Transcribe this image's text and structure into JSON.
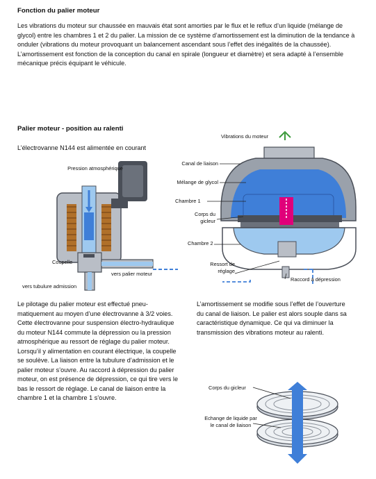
{
  "section1": {
    "heading": "Fonction du palier moteur",
    "paragraph": "Les vibrations du moteur sur chaussée en mauvais état sont amorties par le flux et le reflux d’un liquide (mélange de glycol) entre les chambres 1 et 2 du palier. La mission de ce système d’amortissement est la diminution de la tendance à onduler (vibrations du moteur provoquant un balancement ascendant sous l’effet des inégalités de la chaussée). L’amortissement est fonction de la conception du canal en spirale (longueur et diamètre) et sera adapté à l’ensemble mécanique précis équipant le véhicule."
  },
  "section2": {
    "heading": "Palier moteur - position au ralenti",
    "subtitle": "L’électrovanne N144 est alimentée en courant"
  },
  "valve_figure": {
    "labels": {
      "pressure": "Pression atmosphérique",
      "coupelle": "Coupelle",
      "vers_palier": "vers palier moteur",
      "vers_tubulure": "vers tubulure admission"
    }
  },
  "mount_figure": {
    "labels": {
      "vibrations": "Vibrations du moteur",
      "canal": "Canal de liaison",
      "melange": "Mélange de glycol",
      "chambre1": "Chambre 1",
      "corps": "Corps du gicleur",
      "chambre2": "Chambre 2",
      "ressort": "Ressort de réglage",
      "raccord": "Raccord à dépression"
    }
  },
  "text_left": "Le pilotage du palier moteur est effectué pneu­matiquement au moyen d’une électrovanne à 3/2 voies. Cette électrovanne pour suspension électro-hydraulique du moteur N144 commute la dépression ou la pression atmosphérique au res­sort de réglage du palier moteur. Lorsqu’il y ali­mentation en courant électrique, la coupelle se soulève. La liaison entre la tubulure d’admission et le palier moteur s’ouvre. Au raccord à dépres­sion du palier moteur, on est présence de dépression, ce qui tire vers le bas le ressort de réglage. Le canal de liaison entre la chambre 1 et la chambre 1 s’ouvre.",
  "text_right": "L’amortissement se modifie sous l’effet de l’ouverture du canal de liaison. Le palier est alors souple dans sa caractéristique dynamique. Ce qui va diminuer la transmission des vibrations moteur au ralenti.",
  "disc_figure": {
    "labels": {
      "corps": "Corps du gicleur",
      "echange": "Echange de liquide par le canal de liaison"
    }
  },
  "colors": {
    "fluid_blue": "#3f7fd8",
    "light_blue": "#9ec9ef",
    "magenta": "#e0007a",
    "metal_dark": "#4a4f58",
    "metal_light": "#b9bec6",
    "coil_copper": "#b0702a"
  }
}
